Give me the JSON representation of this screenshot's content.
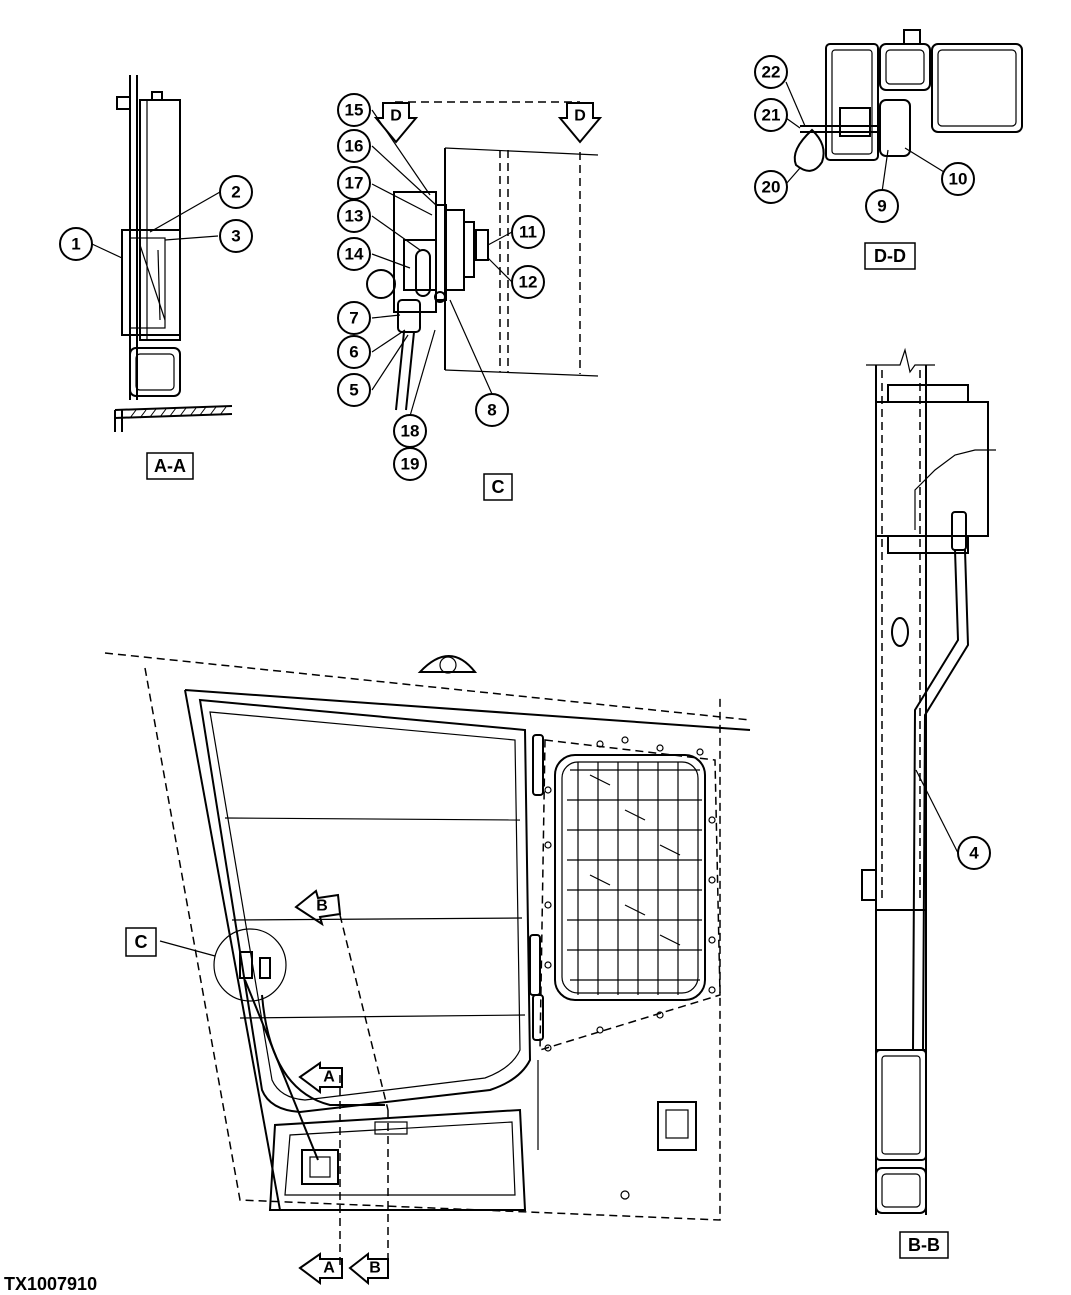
{
  "figure_id": "TX1007910",
  "views": {
    "aa": "A-A",
    "c": "C",
    "dd": "D-D",
    "bb": "B-B",
    "c_detail": "C"
  },
  "section_arrows": {
    "d_left": "D",
    "d_right": "D",
    "b_mid": "B",
    "a_mid": "A",
    "a_bottom": "A",
    "b_bottom": "B"
  },
  "callouts": {
    "n1": "1",
    "n2": "2",
    "n3": "3",
    "n4": "4",
    "n5": "5",
    "n6": "6",
    "n7": "7",
    "n8": "8",
    "n9": "9",
    "n10": "10",
    "n11": "11",
    "n12": "12",
    "n13": "13",
    "n14": "14",
    "n15": "15",
    "n16": "16",
    "n17": "17",
    "n18": "18",
    "n19": "19",
    "n20": "20",
    "n21": "21",
    "n22": "22"
  }
}
